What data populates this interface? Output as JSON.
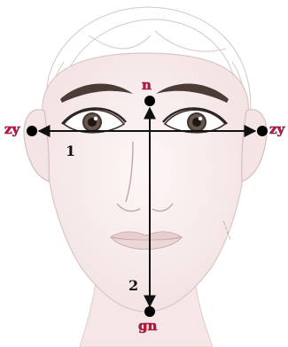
{
  "labels": {
    "zy_left": "zy",
    "zy_right": "zy",
    "n": "n",
    "gn": "gn",
    "measure_1": "1",
    "measure_2": "2"
  },
  "colors": {
    "label_fill": "#c9132a",
    "label_outline": "#2a2a8a",
    "line": "#111111",
    "skin": "#f8ecec",
    "outline": "#d9c7c7"
  },
  "icons": {
    "left_arrow": "arrow-left",
    "right_arrow": "arrow-right",
    "up_arrow": "arrow-up",
    "down_arrow": "arrow-down"
  }
}
